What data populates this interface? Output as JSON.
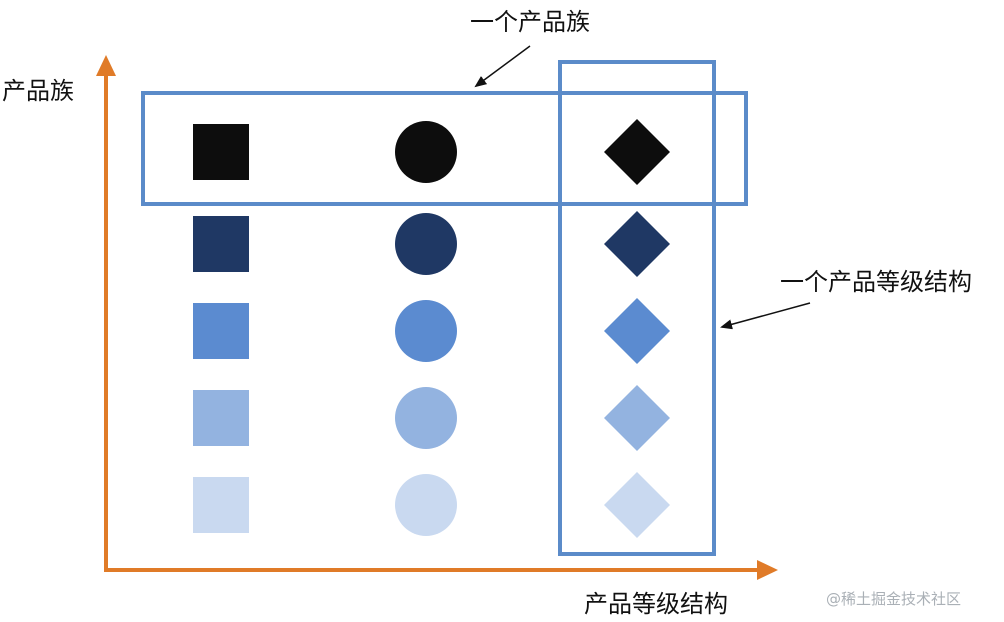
{
  "diagram": {
    "y_axis_label": "产品族",
    "x_axis_label": "产品等级结构",
    "family_callout": "一个产品族",
    "structure_callout": "一个产品等级结构",
    "watermark": "@稀土掘金技术社区"
  },
  "colors": {
    "axis": "#e07b28",
    "frame": "#5b8bc9",
    "arrow": "#111111",
    "rows": [
      "#0d0d0d",
      "#1f3864",
      "#5b8bd0",
      "#93b3e0",
      "#c9d9f0"
    ]
  },
  "shape_columns": [
    "square",
    "circle",
    "diamond"
  ],
  "shape_rows": 5
}
